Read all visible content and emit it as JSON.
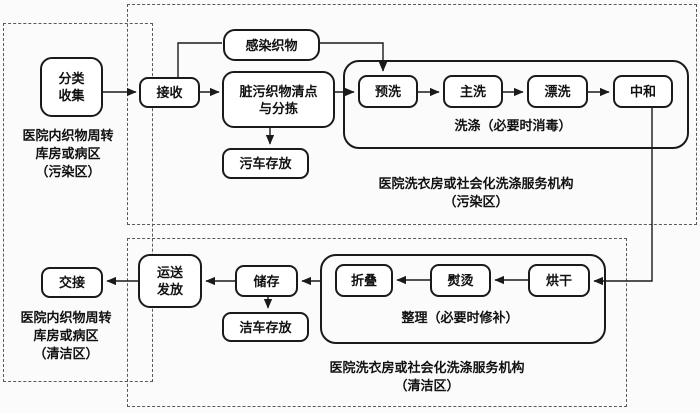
{
  "colors": {
    "background": "#fbfbfb",
    "solid_line": "#1a1a1a",
    "dashed_border": "#5a5a5a",
    "text": "#111111"
  },
  "zones": {
    "hospital_left": {
      "dirty_label_lines": [
        "医院内织物周转",
        "库房或病区",
        "（污染区）"
      ],
      "clean_label_lines": [
        "医院内织物周转",
        "库房或病区",
        "（清洁区）"
      ]
    },
    "laundry_dirty": {
      "label_lines": [
        "医院洗衣房或社会化洗涤服务机构",
        "（污染区）"
      ]
    },
    "laundry_clean": {
      "label_lines": [
        "医院洗衣房或社会化洗涤服务机构",
        "（清洁区）"
      ]
    }
  },
  "groups": {
    "washing": {
      "label": "洗涤（必要时消毒）"
    },
    "finishing": {
      "label": "整理（必要时修补）"
    }
  },
  "nodes": {
    "classify": {
      "lines": [
        "分类",
        "收集"
      ]
    },
    "receive": {
      "label": "接收"
    },
    "infected": {
      "label": "感染织物"
    },
    "sort": {
      "lines": [
        "脏污织物清点",
        "与分拣"
      ]
    },
    "dirty_cart": {
      "label": "污车存放"
    },
    "prewash": {
      "label": "预洗"
    },
    "main_wash": {
      "label": "主洗"
    },
    "rinse": {
      "label": "漂洗"
    },
    "neutralize": {
      "label": "中和"
    },
    "dry": {
      "label": "烘干"
    },
    "iron": {
      "label": "熨烫"
    },
    "fold": {
      "label": "折叠"
    },
    "store": {
      "label": "储存"
    },
    "dispatch": {
      "lines": [
        "运送",
        "发放"
      ]
    },
    "handover": {
      "label": "交接"
    },
    "clean_cart": {
      "label": "洁车存放"
    }
  }
}
